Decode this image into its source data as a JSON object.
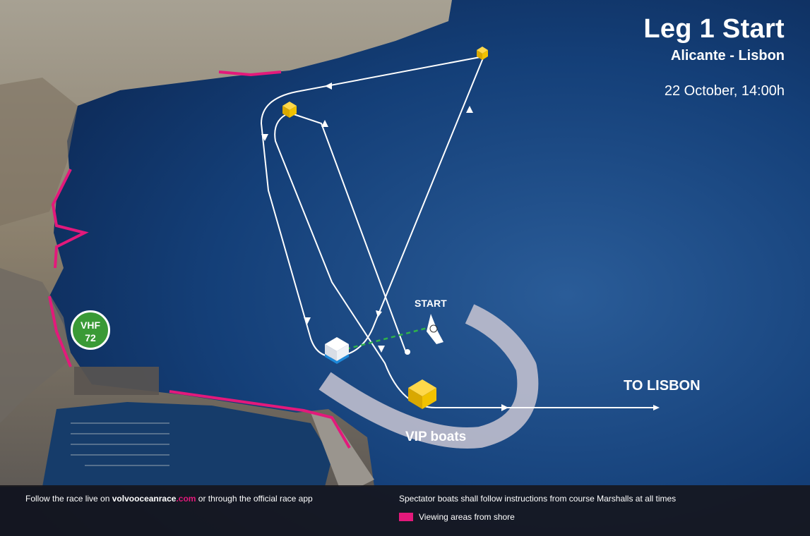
{
  "header": {
    "title": "Leg 1 Start",
    "route": "Alicante - Lisbon",
    "date": "22 October, 14:00h"
  },
  "map": {
    "vhf_label": "VHF",
    "vhf_channel": "72",
    "start_label": "START",
    "to_lisbon_label": "TO LISBON",
    "vip_label": "VIP boats"
  },
  "footer": {
    "follow_prefix": "Follow the race live on ",
    "site_prefix": "volvooceanrace",
    "site_suffix": ".com",
    "follow_suffix": " or through the official race app",
    "spectator_note": "Spectator boats shall follow instructions from course Marshalls at all times",
    "legend_label": "Viewing areas from shore"
  },
  "colors": {
    "sea": "#123a73",
    "land": "#8b8171",
    "viewing_area": "#e3197b",
    "vip_zone": "#c9c6d2",
    "mark_yellow": "#f2c200",
    "vhf_green": "#3a9a36"
  }
}
